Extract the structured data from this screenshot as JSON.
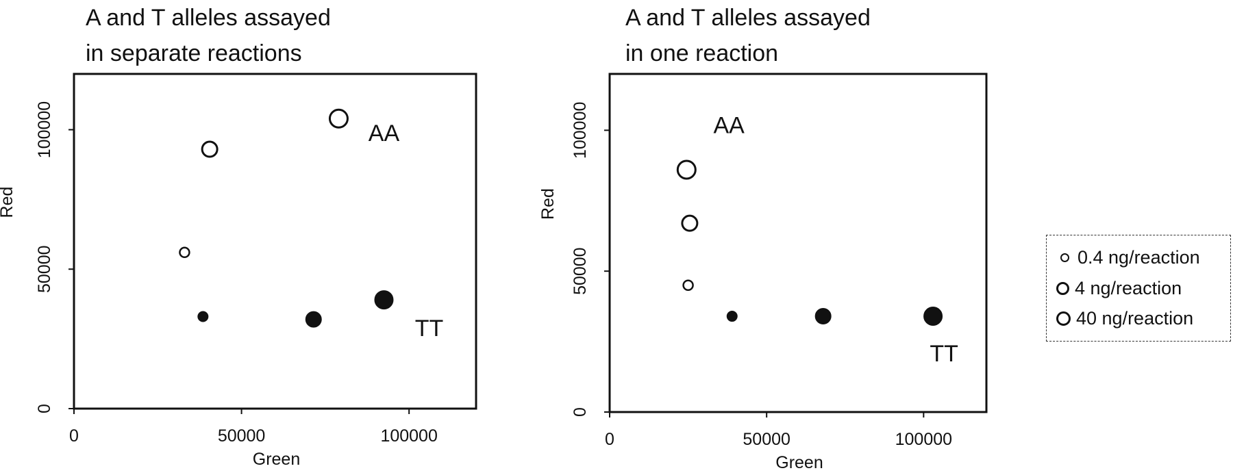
{
  "chart_data": [
    {
      "type": "scatter",
      "title": "A and T alleles assayed\nin separate reactions",
      "xlabel": "Green",
      "ylabel": "Red",
      "xlim": [
        0,
        120000
      ],
      "ylim": [
        0,
        120000
      ],
      "xticks": [
        0,
        50000,
        100000
      ],
      "yticks": [
        0,
        50000,
        100000
      ],
      "annotations": [
        {
          "text": "AA",
          "x": 92500,
          "y": 96000
        },
        {
          "text": "TT",
          "x": 106000,
          "y": 26000
        }
      ],
      "points": [
        {
          "x": 40500,
          "y": 93000,
          "allele": "AA",
          "amount": "4 ng/reaction"
        },
        {
          "x": 79000,
          "y": 104000,
          "allele": "AA",
          "amount": "40 ng/reaction"
        },
        {
          "x": 33000,
          "y": 56000,
          "allele": "AA",
          "amount": "0.4 ng/reaction"
        },
        {
          "x": 38500,
          "y": 33000,
          "allele": "TT",
          "amount": "0.4 ng/reaction"
        },
        {
          "x": 71500,
          "y": 32000,
          "allele": "TT",
          "amount": "4 ng/reaction"
        },
        {
          "x": 92500,
          "y": 39000,
          "allele": "TT",
          "amount": "40 ng/reaction"
        }
      ]
    },
    {
      "type": "scatter",
      "title": "A and T alleles assayed\nin one reaction",
      "xlabel": "Green",
      "ylabel": "Red",
      "xlim": [
        0,
        120000
      ],
      "ylim": [
        0,
        120000
      ],
      "xticks": [
        0,
        50000,
        100000
      ],
      "yticks": [
        0,
        50000,
        100000
      ],
      "annotations": [
        {
          "text": "AA",
          "x": 38000,
          "y": 99000
        },
        {
          "text": "TT",
          "x": 106500,
          "y": 18000
        }
      ],
      "points": [
        {
          "x": 24500,
          "y": 86000,
          "allele": "AA",
          "amount": "40 ng/reaction"
        },
        {
          "x": 25500,
          "y": 67000,
          "allele": "AA",
          "amount": "4 ng/reaction"
        },
        {
          "x": 25000,
          "y": 45000,
          "allele": "AA",
          "amount": "0.4 ng/reaction"
        },
        {
          "x": 39000,
          "y": 34000,
          "allele": "TT",
          "amount": "0.4 ng/reaction"
        },
        {
          "x": 68000,
          "y": 34000,
          "allele": "TT",
          "amount": "4 ng/reaction"
        },
        {
          "x": 103000,
          "y": 34000,
          "allele": "TT",
          "amount": "40 ng/reaction"
        }
      ]
    }
  ],
  "legend": {
    "items": [
      {
        "label": "0.4 ng/reaction"
      },
      {
        "label": "4 ng/reaction"
      },
      {
        "label": "40 ng/reaction"
      }
    ]
  },
  "colors": {
    "ink": "#111111",
    "open_fill": "#ffffff",
    "filled": "#111111"
  }
}
